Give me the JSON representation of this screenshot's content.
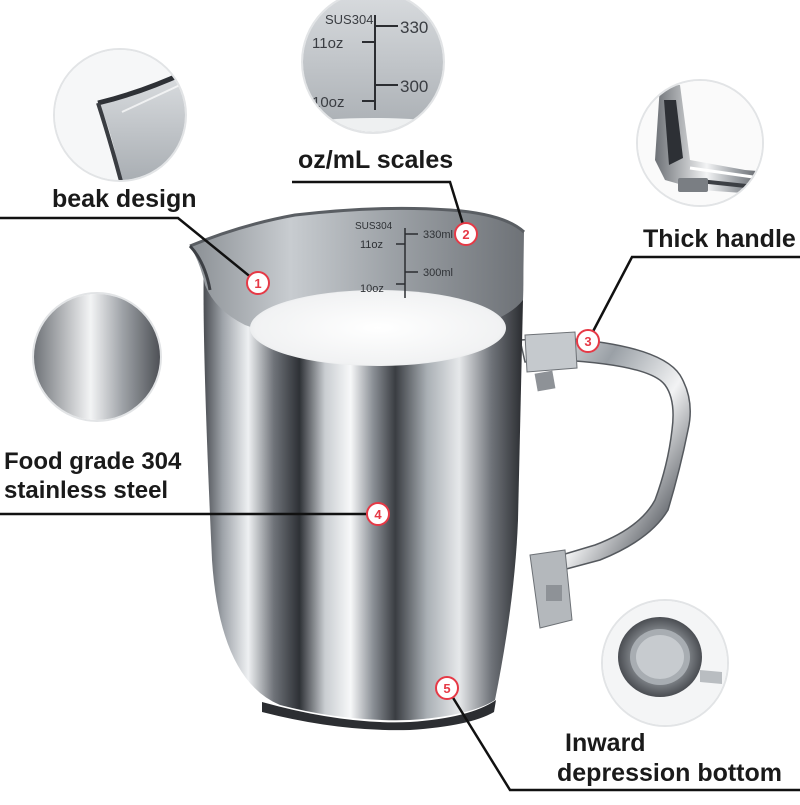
{
  "callouts": {
    "beak": {
      "number": "1",
      "title": "beak design"
    },
    "scales": {
      "number": "2",
      "title": "oz/mL scales"
    },
    "handle": {
      "number": "3",
      "title": "Thick handle"
    },
    "steel": {
      "number": "4",
      "title_line1": "Food grade 304",
      "title_line2": "stainless steel"
    },
    "bottom": {
      "number": "5",
      "title_line1": "Inward",
      "title_line2": "depression bottom"
    }
  },
  "pitcher_markings": {
    "material": "SUS304",
    "oz_11": "11oz",
    "oz_10": "10oz",
    "ml_330": "330ml",
    "ml_300": "300ml"
  },
  "zoom_scale_markings": {
    "material": "SUS304",
    "oz_11": "11oz",
    "oz_10": "10oz",
    "ml_330": "330",
    "ml_300": "300"
  },
  "colors": {
    "badge_red": "#e63946",
    "leader_line": "#111111",
    "steel_dark": "#3a3d42",
    "steel_light": "#e9ecef"
  }
}
